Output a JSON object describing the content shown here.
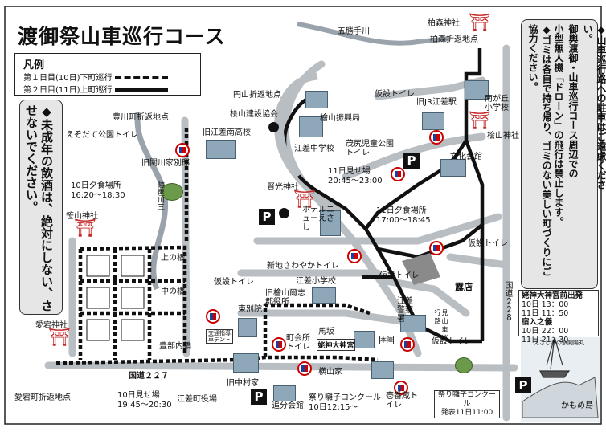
{
  "title": "渡御祭山車巡行コース",
  "legend": {
    "heading": "凡例",
    "day1": "第１日目(10日)下町巡行",
    "day2": "第２日目(11日)上町巡行"
  },
  "notes": {
    "minor": "◆未成年の飲酒は、絶対にしない、させないでください。",
    "right_col1": "◆山車巡行路への駐車はご遠慮ください。",
    "right_col2": "御輿渡御・山車巡行コース周辺での",
    "right_col3": "小型無人機「ドローン」の飛行は禁止します。",
    "right_col4": "◆ゴミは各自で持ち帰り、ゴミのない美しい町づくりにご協力ください。"
  },
  "schedule": {
    "heading1": "姥神大神宮前出発",
    "row1": "10日 13：00",
    "row2": "11日 11：50",
    "heading2": "宿入之儀",
    "row3": "10日 22：00",
    "row4": "11日 21：30"
  },
  "labels": {
    "gosho_river": "五勝手川",
    "kashiwamori_shrine": "柏森神社",
    "kashiwamori_turn": "柏森折返地点",
    "toyokawa_turn": "豊川町折返地点",
    "ezozakura_toilet": "えぞだて公園トイレ",
    "kyu_esashi_minami": "旧江差南高校",
    "kyu_sekigawa": "旧関川家別邸",
    "shadow_river": "陣屋川三",
    "day10_meal": "10日夕食場所",
    "day10_meal_time": "16:20～18:30",
    "sasayama_shrine": "笹山神社",
    "kaminohashi": "上の橋",
    "nakanohashi": "中の橋",
    "maruyama_turn": "円山折返地点",
    "hiyama_kensetsu": "桧山建設協会",
    "temp_toilet1": "仮設トイレ",
    "hiyama_shinko": "檜山振興局",
    "esashi_jhs": "江差中学校",
    "kyu_jr_station": "旧JR江差駅",
    "minamigaoka_es": "南が丘小学校",
    "hiyama_shrine": "桧山神社",
    "shigeru_park": "茂尻児童公園トイレ",
    "bunka_kaikan": "文化会館",
    "day11_viewing": "11日見せ場",
    "day11_viewing_time": "20:45～23:00",
    "kenko_shrine": "賢光神社",
    "hotel": "ホテルニューえさし",
    "day11_meal": "11日夕食場所",
    "day11_meal_time": "17:00～18:45",
    "temp_toilet2": "仮設トイレ",
    "shinchi_toilet": "新地さわやかトイレ",
    "esashi_es": "江差小学校",
    "kyu_hiyama_gunchosha": "旧檜山爾志郡役所",
    "roten": "露店",
    "esashi_police": "江差警察署",
    "national_route_228": "国道２２８",
    "temp_toilet3": "仮設トイレ",
    "tohaku": "東別院",
    "joint_toilet": "交通指導車テント",
    "toubu_naibashi": "豊部内橋",
    "temp_toilet4": "仮設トイレ",
    "atago_shrine": "愛宕神社",
    "machikaisho": "町会所トイレ",
    "baba": "馬坂",
    "ubagami": "姥神大神宮",
    "honjin": "本陣",
    "kyu_nakamura": "旧中村家",
    "yokoyama": "横山家",
    "temp_toilet5": "仮設トイレ",
    "national_route_227": "国道２２７",
    "atago_turn": "愛宕町折返地点",
    "day10_viewing": "10日見せ場",
    "day10_viewing_time": "19:45～20:30",
    "esashi_town_office": "江差町役場",
    "oiwake_kaikan": "追分会館",
    "hayashi_contest": "祭り囃子コンクール",
    "hayashi_contest_time": "10日12:15～",
    "ichibankura": "壱番蔵トイレ",
    "hayashi_result": "祭り囃子コンクール",
    "hayashi_result_time": "発表11日11:00",
    "kamome_island": "かもめ島",
    "esashi_boat": "えさし海の駅開陽丸",
    "route_text": "見 山 車 巡 行 路"
  }
}
